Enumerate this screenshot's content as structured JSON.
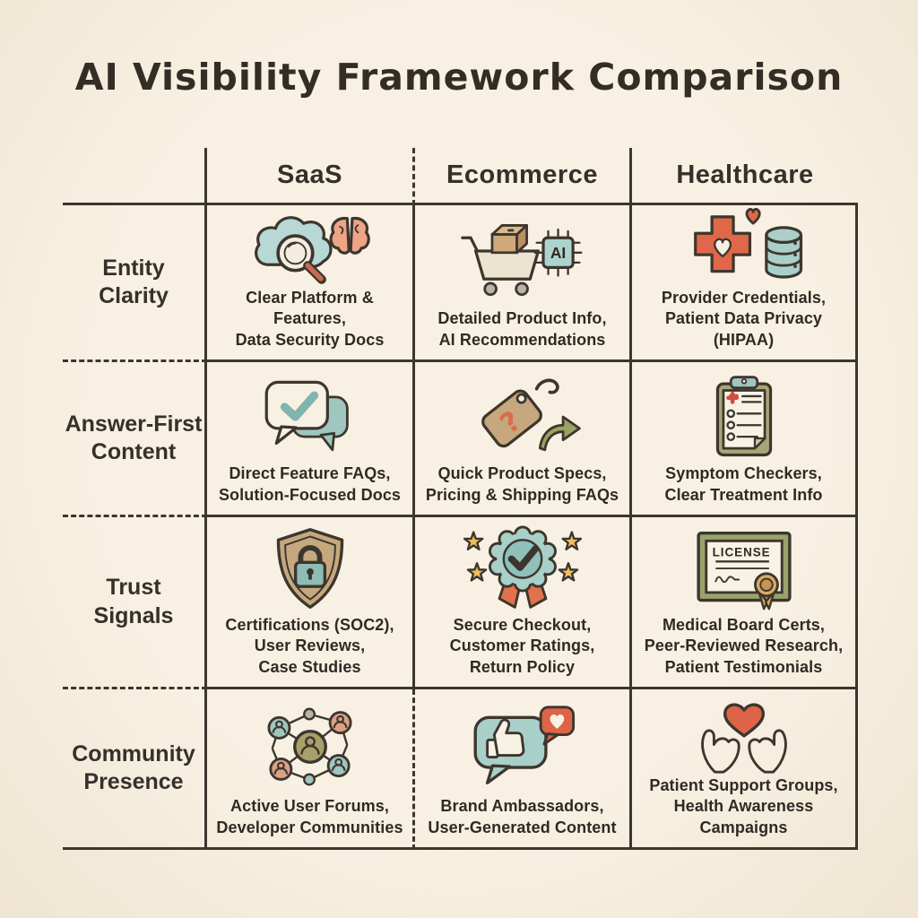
{
  "title": "AI Visibility Framework Comparison",
  "palette": {
    "background": "#f7f0e3",
    "ink": "#3c362e",
    "teal": "#a9cfc9",
    "teal_dark": "#8fc0ba",
    "salmon": "#e2714e",
    "brain_pink": "#eda586",
    "tan": "#c9a87c",
    "olive": "#9aa36b",
    "gold": "#eebd5c",
    "gray": "#b9b4a8"
  },
  "table": {
    "columns": [
      {
        "label": "SaaS"
      },
      {
        "label": "Ecommerce"
      },
      {
        "label": "Healthcare"
      }
    ],
    "rows": [
      {
        "label": "Entity\nClarity",
        "cells": [
          {
            "icon": "cloud-search-brain-icon",
            "text": "Clear Platform & Features,\nData Security Docs"
          },
          {
            "icon": "cart-box-ai-chip-icon",
            "chip_label": "AI",
            "text": "Detailed Product Info,\nAI Recommendations"
          },
          {
            "icon": "medical-cross-heart-database-icon",
            "text": "Provider Credentials,\nPatient Data Privacy (HIPAA)"
          }
        ]
      },
      {
        "label": "Answer-First\nContent",
        "cells": [
          {
            "icon": "chat-bubbles-check-icon",
            "text": "Direct Feature FAQs,\nSolution-Focused Docs"
          },
          {
            "icon": "price-tag-question-arrow-icon",
            "text": "Quick Product Specs,\nPricing & Shipping FAQs"
          },
          {
            "icon": "clipboard-medical-checklist-icon",
            "text": "Symptom Checkers,\nClear Treatment Info"
          }
        ]
      },
      {
        "label": "Trust\nSignals",
        "cells": [
          {
            "icon": "shield-padlock-icon",
            "text": "Certifications (SOC2),\nUser Reviews,\nCase Studies"
          },
          {
            "icon": "award-badge-check-stars-icon",
            "text": "Secure Checkout,\nCustomer Ratings,\nReturn Policy"
          },
          {
            "icon": "license-certificate-icon",
            "license_label": "LICENSE",
            "text": "Medical Board Certs,\nPeer-Reviewed Research,\nPatient Testimonials"
          }
        ]
      },
      {
        "label": "Community\nPresence",
        "cells": [
          {
            "icon": "user-network-icon",
            "text": "Active User Forums,\nDeveloper Communities"
          },
          {
            "icon": "thumbs-up-bubble-heart-icon",
            "text": "Brand Ambassadors,\nUser-Generated Content"
          },
          {
            "icon": "hands-holding-heart-icon",
            "text": "Patient Support Groups,\nHealth Awareness Campaigns"
          }
        ]
      }
    ]
  }
}
